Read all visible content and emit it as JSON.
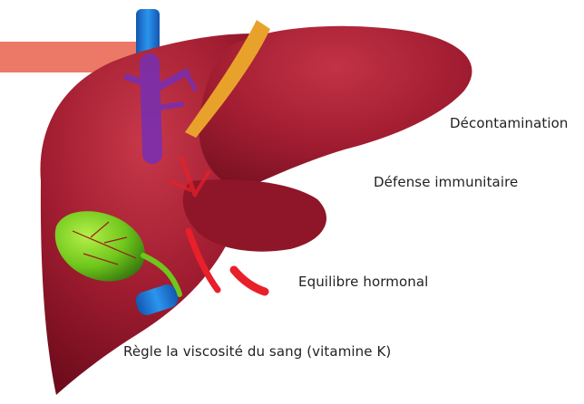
{
  "labels": [
    "Décontamination",
    "Défense immunitaire",
    "Equilibre hormonal",
    "Règle la viscosité du sang (vitamine K)"
  ],
  "colors": {
    "accent_bar": "#ec7868",
    "liver": "#a01c30",
    "liver_highlight": "#c8384a",
    "liver_shadow": "#6e0c1c",
    "vein_blue": "#1e7fd8",
    "vein_purple": "#7a2fae",
    "artery_red": "#e8202a",
    "gallbladder": "#6fc61c",
    "ligament": "#e8a22c"
  }
}
